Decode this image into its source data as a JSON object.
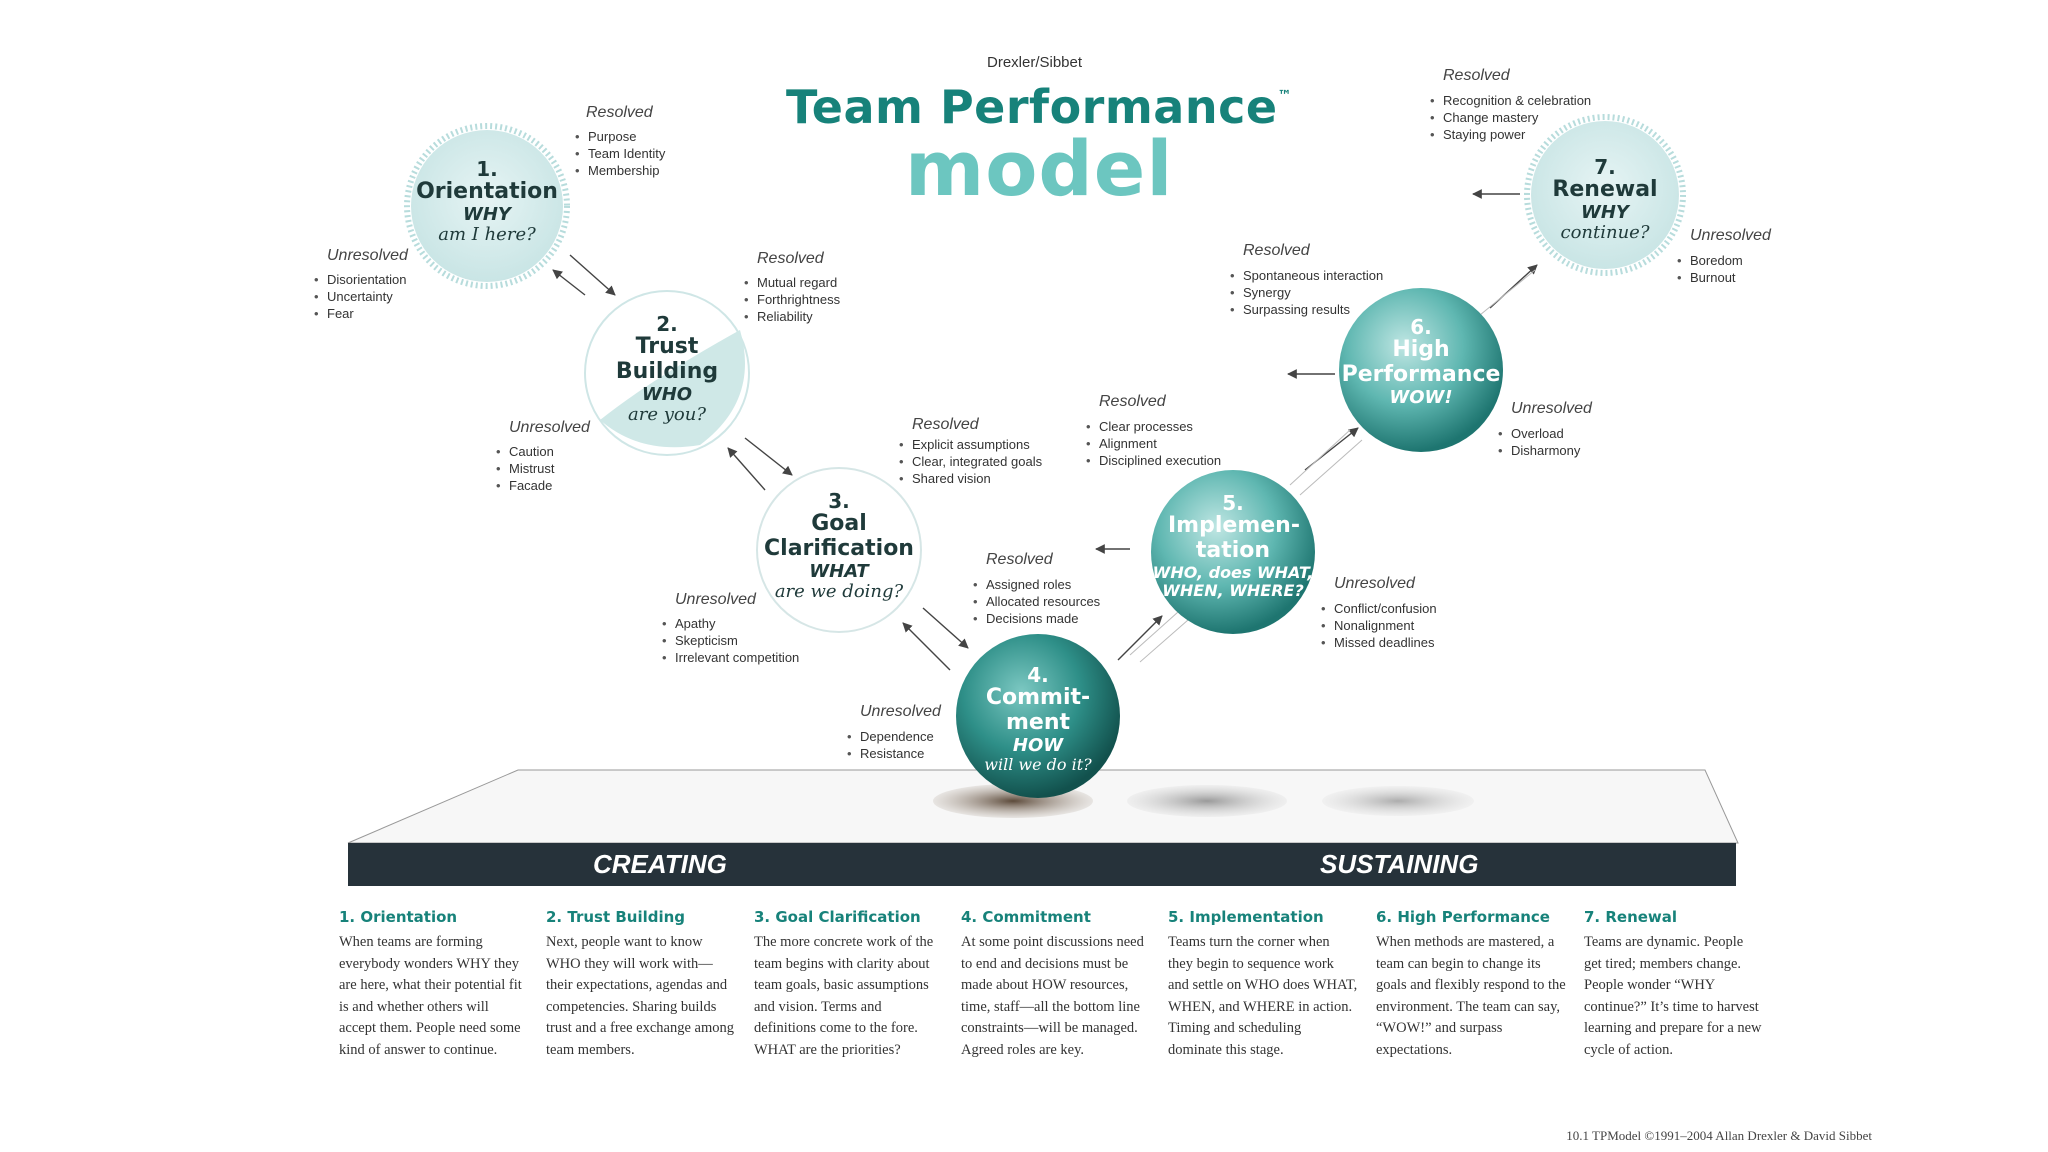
{
  "header": {
    "credit": "Drexler/Sibbet",
    "title": "Team Performance",
    "trademark": "™",
    "subtitle": "model"
  },
  "stages": [
    {
      "num": "1.",
      "name": "Orientation",
      "q1": "WHY",
      "q2": "am I here?",
      "resolved_label": "Resolved",
      "resolved": [
        "Purpose",
        "Team Identity",
        "Membership"
      ],
      "unresolved_label": "Unresolved",
      "unresolved": [
        "Disorientation",
        "Uncertainty",
        "Fear"
      ]
    },
    {
      "num": "2.",
      "name": "Trust Building",
      "q1": "WHO",
      "q2": "are you?",
      "resolved_label": "Resolved",
      "resolved": [
        "Mutual regard",
        "Forthrightness",
        "Reliability"
      ],
      "unresolved_label": "Unresolved",
      "unresolved": [
        "Caution",
        "Mistrust",
        "Facade"
      ]
    },
    {
      "num": "3.",
      "name": "Goal Clarification",
      "q1": "WHAT",
      "q2": "are we doing?",
      "resolved_label": "Resolved",
      "resolved": [
        "Explicit assumptions",
        "Clear, integrated goals",
        "Shared vision"
      ],
      "unresolved_label": "Unresolved",
      "unresolved": [
        "Apathy",
        "Skepticism",
        "Irrelevant competition"
      ]
    },
    {
      "num": "4.",
      "name": "Commit-ment",
      "q1": "HOW",
      "q2": "will we do it?",
      "resolved_label": "Resolved",
      "resolved": [
        "Assigned roles",
        "Allocated resources",
        "Decisions made"
      ],
      "unresolved_label": "Unresolved",
      "unresolved": [
        "Dependence",
        "Resistance"
      ]
    },
    {
      "num": "5.",
      "name": "Implemen-tation",
      "q1": "WHO, does WHAT,",
      "q2": "WHEN, WHERE?",
      "resolved_label": "Resolved",
      "resolved": [
        "Clear processes",
        "Alignment",
        "Disciplined execution"
      ],
      "unresolved_label": "Unresolved",
      "unresolved": [
        "Conflict/confusion",
        "Nonalignment",
        "Missed deadlines"
      ]
    },
    {
      "num": "6.",
      "name": "High Performance",
      "q1": "WOW!",
      "q2": "",
      "resolved_label": "Resolved",
      "resolved": [
        "Spontaneous interaction",
        "Synergy",
        "Surpassing results"
      ],
      "unresolved_label": "Unresolved",
      "unresolved": [
        "Overload",
        "Disharmony"
      ]
    },
    {
      "num": "7.",
      "name": "Renewal",
      "q1": "WHY",
      "q2": "continue?",
      "resolved_label": "Resolved",
      "resolved": [
        "Recognition & celebration",
        "Change mastery",
        "Staying power"
      ],
      "unresolved_label": "Unresolved",
      "unresolved": [
        "Boredom",
        "Burnout"
      ]
    }
  ],
  "bar": {
    "left": "CREATING",
    "right": "SUSTAINING"
  },
  "descriptions": [
    {
      "heading": "1. Orientation",
      "text": "When teams are forming everybody wonders WHY they are here, what their potential fit is and whether others will accept them. People need some kind of answer to continue."
    },
    {
      "heading": "2. Trust Building",
      "text": "Next, people want to know WHO they will work with—their expectations, agendas and competencies. Sharing builds trust and a free exchange among team members."
    },
    {
      "heading": "3. Goal Clarification",
      "text": "The more concrete work of the team begins with clarity about team goals, basic assumptions and vision. Terms and definitions come to the fore. WHAT are the priorities?"
    },
    {
      "heading": "4. Commitment",
      "text": "At some point discussions need to end and decisions must be made about HOW resources, time, staff—all the bottom line constraints—will be managed. Agreed roles are key."
    },
    {
      "heading": "5. Implementation",
      "text": "Teams turn the corner when they begin to sequence work and settle on WHO does WHAT, WHEN, and WHERE in action. Timing and scheduling dominate this stage."
    },
    {
      "heading": "6. High Performance",
      "text": "When methods are mastered, a team can begin to change its goals and flexibly respond to the environment. The team can say, “WOW!” and surpass expectations."
    },
    {
      "heading": "7. Renewal",
      "text": "Teams are dynamic. People get tired; members change. People wonder “WHY continue?” It’s time to harvest learning and prepare for a new cycle of action."
    }
  ],
  "footer": "10.1 TPModel ©1991–2004 Allan Drexler & David Sibbet",
  "colors": {
    "teal": "#17827a",
    "light_teal": "#6cc6c0",
    "pale_circle": "#d5ecec",
    "bar": "#26323a"
  }
}
